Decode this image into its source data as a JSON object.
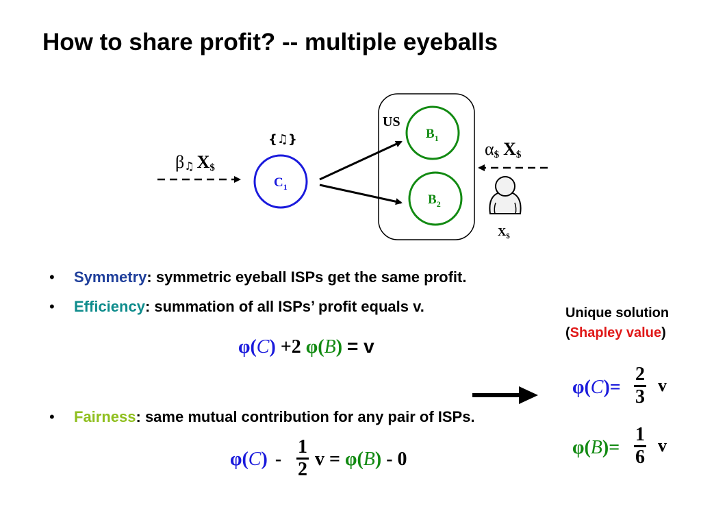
{
  "title": "How to share profit? -- multiple eyeballs",
  "diagram": {
    "us_label": "US",
    "music_set": "{♫}",
    "c1": "C",
    "c1_sub": "1",
    "b1": "B",
    "b1_sub": "1",
    "b2": "B",
    "b2_sub": "2",
    "left_flow": {
      "greek": "β",
      "note": "♫",
      "x": "X",
      "sub": "$"
    },
    "right_flow": {
      "greek": "α",
      "sub1": "$",
      "x": "X",
      "sub2": "$"
    },
    "user_label": "X",
    "user_sub": "$",
    "icons": [
      "user-icon"
    ]
  },
  "bullets": [
    {
      "keyword": "Symmetry",
      "text": ": symmetric eyeball ISPs get the same profit."
    },
    {
      "keyword": "Efficiency",
      "text": ": summation of all ISPs’ profit equals v."
    },
    {
      "keyword": "Fairness",
      "text": ": same mutual contribution for any pair of ISPs."
    }
  ],
  "equations": {
    "efficiency": {
      "phi": "φ(",
      "c": "C",
      "close": ")",
      "plus2": "+2",
      "b": "B",
      "eqv": "= v"
    },
    "fairness": {
      "minus": "-",
      "num": "1",
      "den": "2",
      "v_eq": "v =",
      "minus0": "- 0"
    }
  },
  "solution": {
    "line1": "Unique solution",
    "open": "(",
    "shapley": "Shapley value",
    "close": ")",
    "c_eq": ")=",
    "c_num": "2",
    "c_den": "3",
    "v": "v",
    "b_eq": ")=",
    "b_num": "1",
    "b_den": "6"
  },
  "colors": {
    "blue": "#1a1adc",
    "green": "#128a12",
    "symmetry": "#1f3f9b",
    "efficiency": "#0e8c8c",
    "fairness": "#8fbf1e",
    "shapley": "#e01818"
  }
}
